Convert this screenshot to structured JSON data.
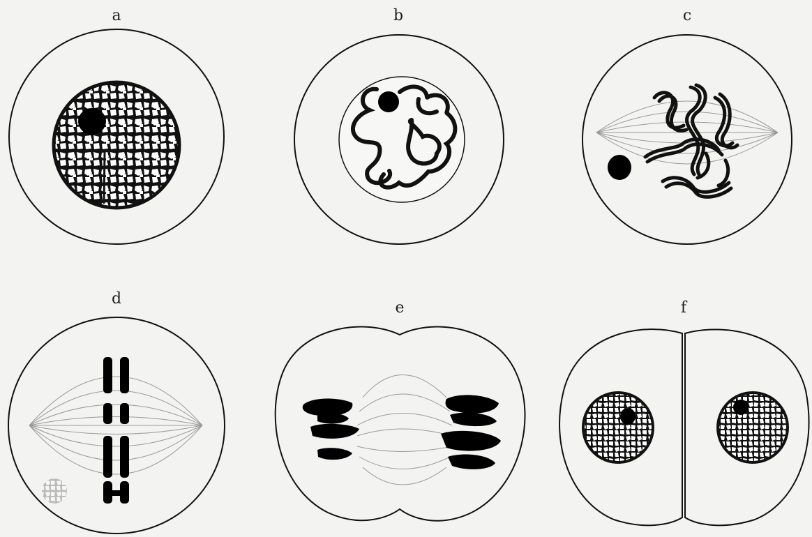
{
  "panels": [
    {
      "id": "a",
      "label": "a"
    },
    {
      "id": "b",
      "label": "b"
    },
    {
      "id": "c",
      "label": "c"
    },
    {
      "id": "d",
      "label": "d"
    },
    {
      "id": "e",
      "label": "e"
    },
    {
      "id": "f",
      "label": "f"
    }
  ],
  "colors": {
    "background": "#f3f3f1",
    "ink": "#111111",
    "fiber": "#8a8a8a"
  }
}
